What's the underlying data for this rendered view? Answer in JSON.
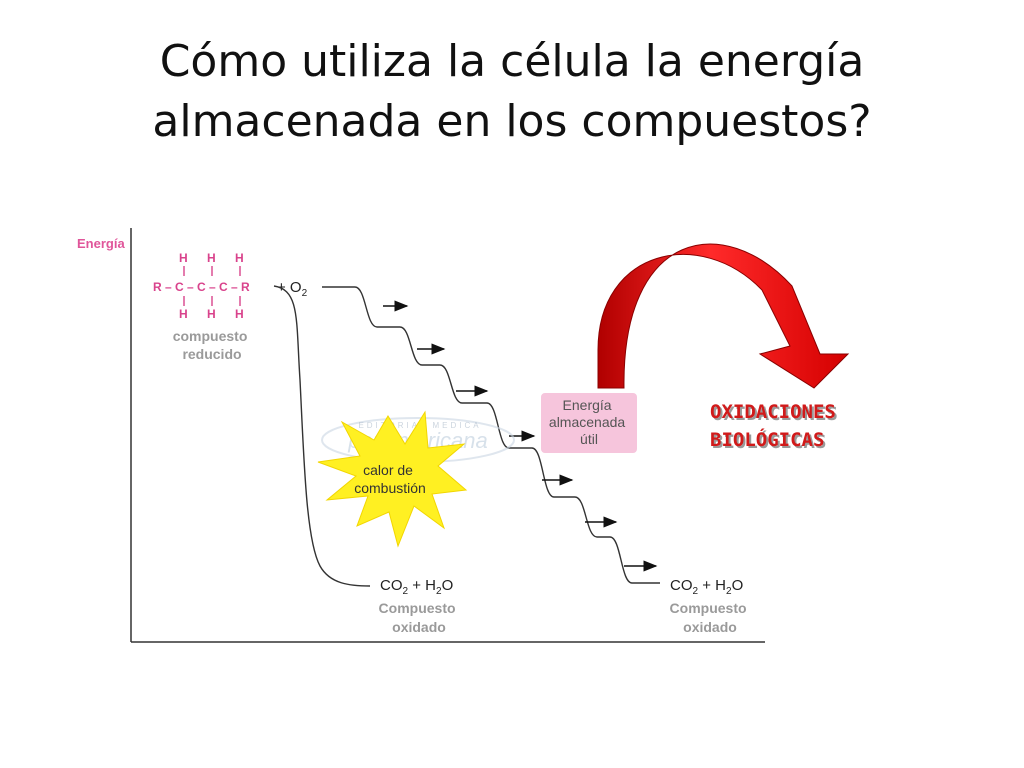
{
  "title": {
    "line1": "Cómo utiliza la célula la energía",
    "line2": "almacenada en los compuestos?"
  },
  "diagram": {
    "y_axis_label": "Energía",
    "reduced_compound": {
      "h_atom": "H",
      "chain": "R – C – C – C – R",
      "plus_o2": "+ O",
      "o2_subscript": "2",
      "label_line1": "compuesto",
      "label_line2": "reducido"
    },
    "combustion_label_line1": "calor de",
    "combustion_label_line2": "combustión",
    "stored_energy": {
      "line1": "Energía",
      "line2": "almacenada",
      "line3": "útil"
    },
    "product_left": {
      "co2": "CO",
      "co2_sub": "2",
      "plus_h2o": " + H",
      "h2o_sub": "2",
      "o": "O",
      "label_line1": "Compuesto",
      "label_line2": "oxidado"
    },
    "product_right": {
      "co2": "CO",
      "co2_sub": "2",
      "plus_h2o": " + H",
      "h2o_sub": "2",
      "o": "O",
      "label_line1": "Compuesto",
      "label_line2": "oxidado"
    },
    "watermark_top": "EDITORIAL MEDICA",
    "watermark_main": "panamericana",
    "oxidation_line1": "OXIDACIONES",
    "oxidation_line2": "BIOLÓGICAS",
    "colors": {
      "accent_pink": "#d9438c",
      "box_fill": "#f6c5dc",
      "burst_fill": "#fff022",
      "arrow_red": "#e01010",
      "ox_text": "#d11a1a"
    }
  }
}
